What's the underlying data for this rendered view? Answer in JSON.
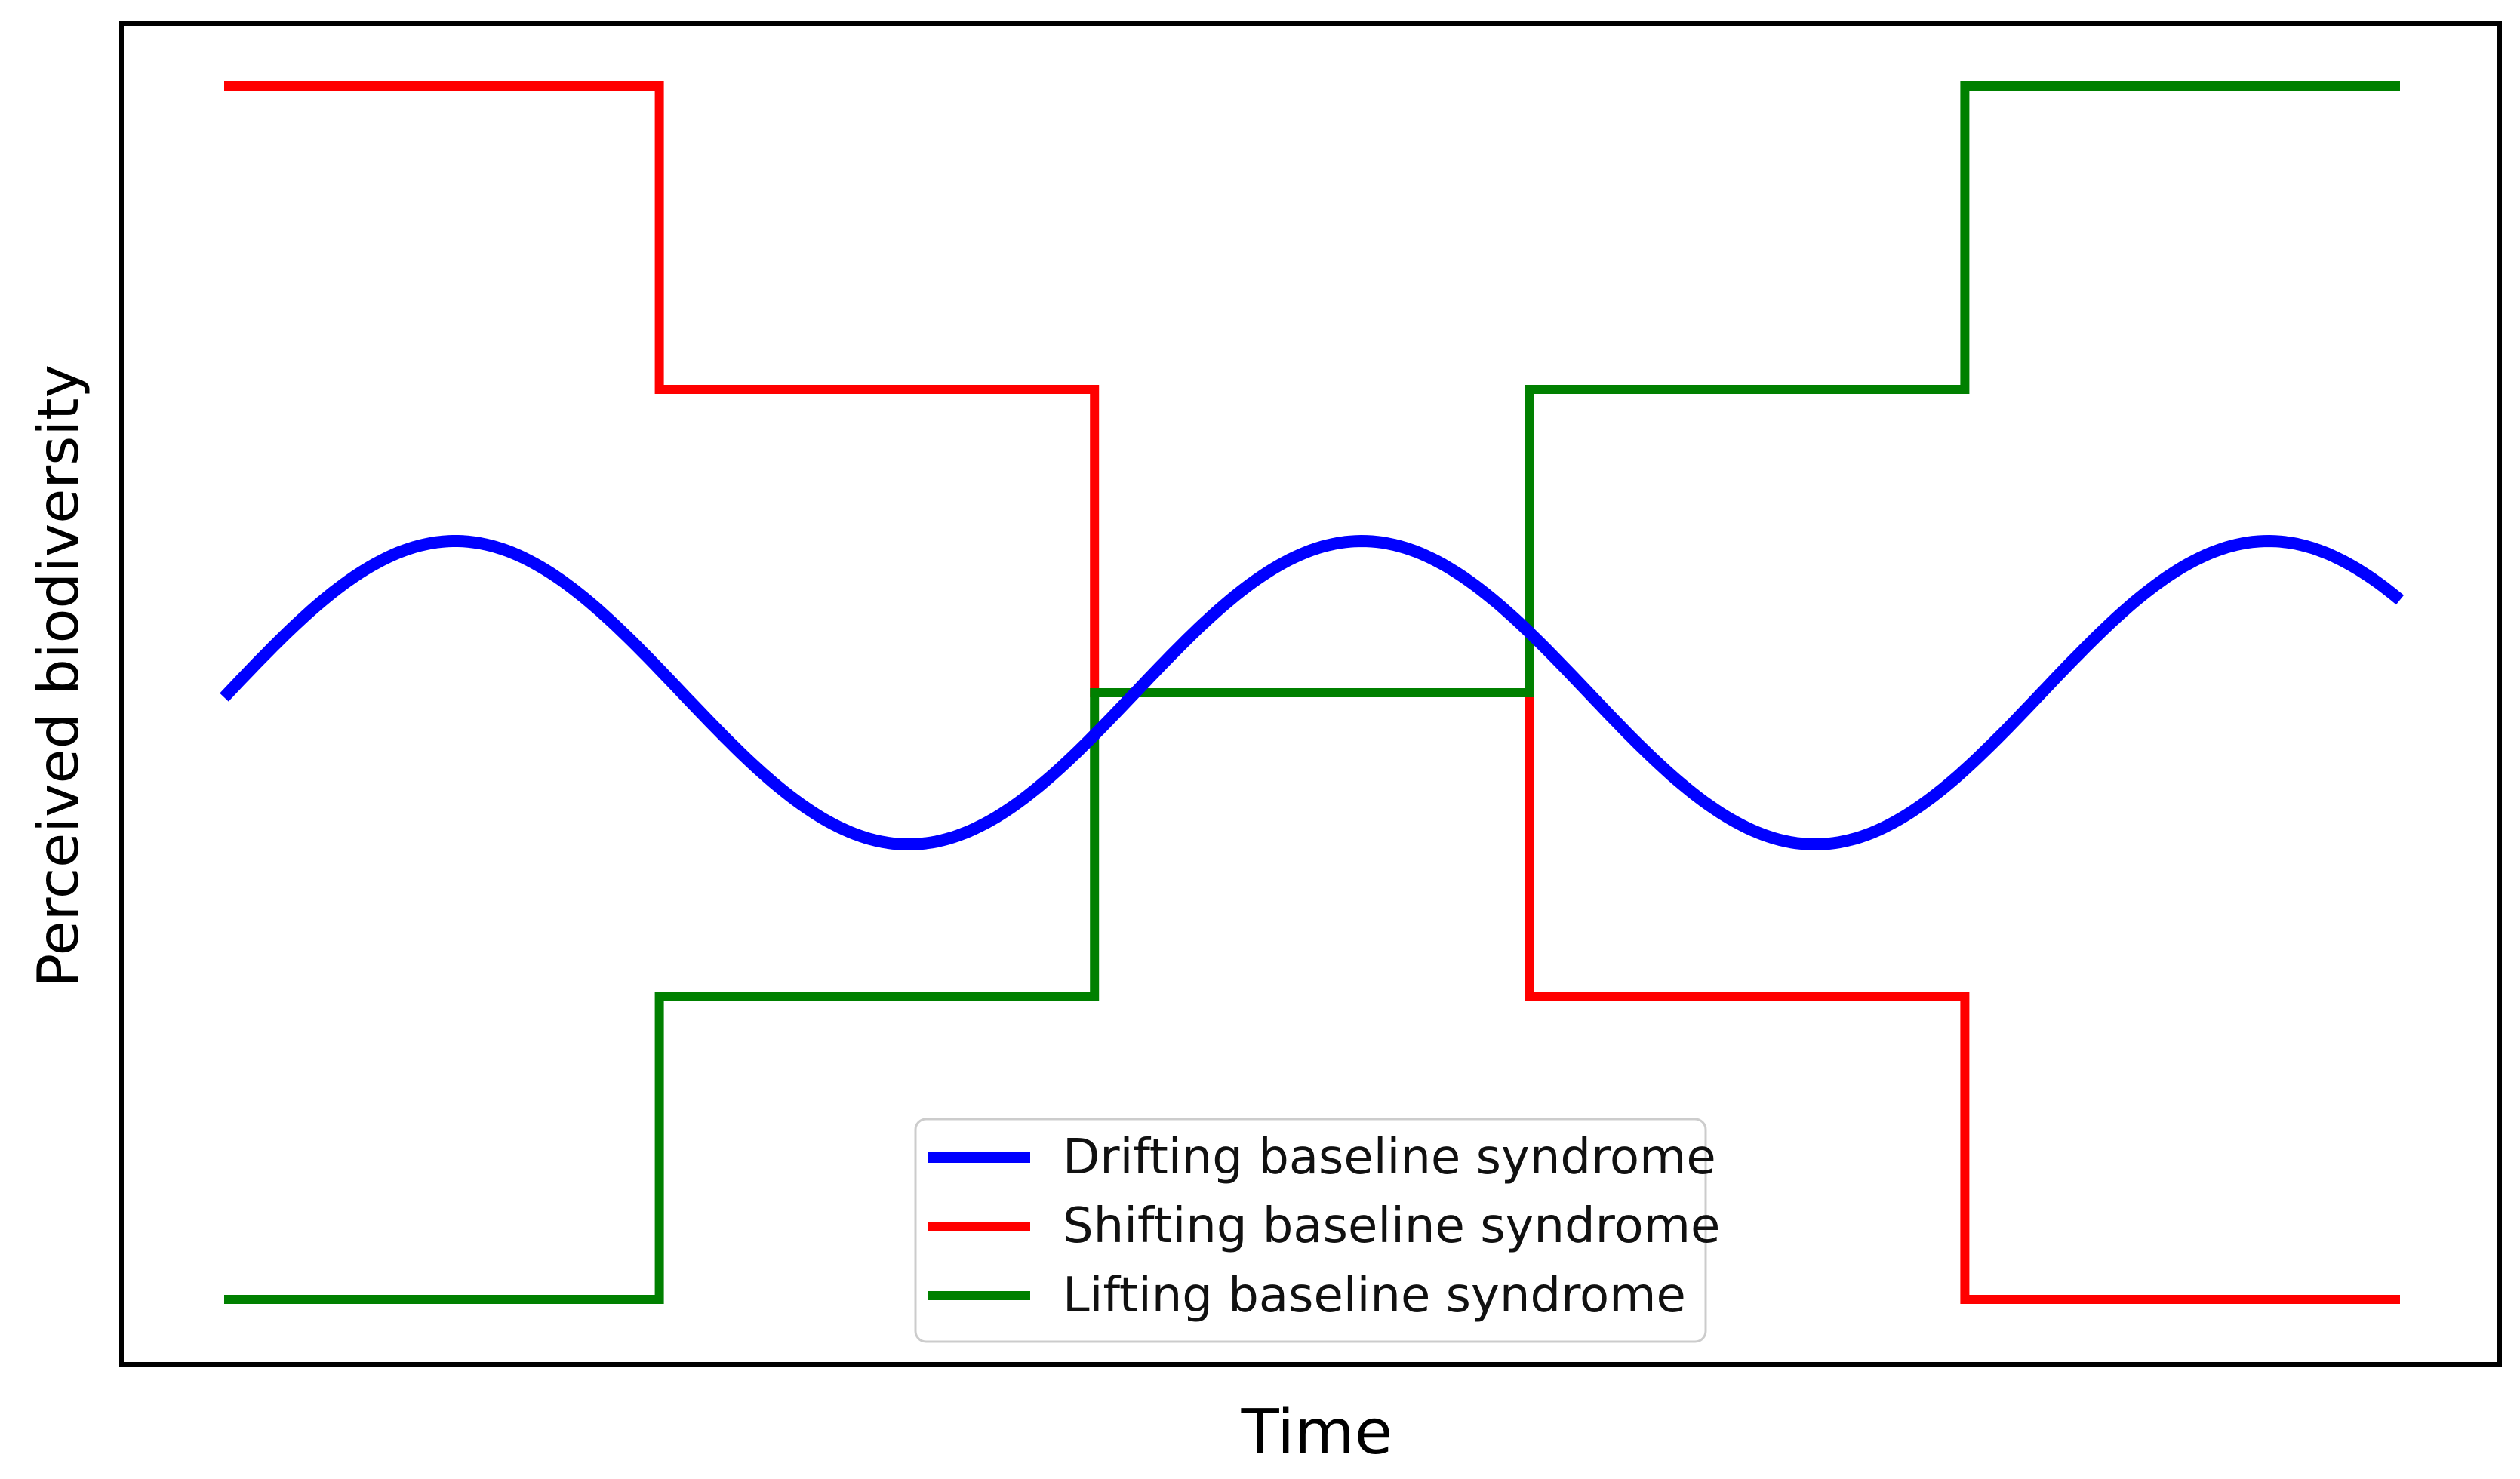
{
  "figure": {
    "background_color": "#ffffff",
    "border_color": "#000000"
  },
  "chart_data": {
    "type": "line",
    "title": "",
    "xlabel": "Time",
    "ylabel": "Perceived biodiversity",
    "x_axis": {
      "range": [
        0,
        10
      ],
      "tick_labels": "none",
      "grid": false
    },
    "y_axis": {
      "range_levels": [
        0.5,
        5.5
      ],
      "tick_labels": "none",
      "grid": false
    },
    "legend_position": "lower center",
    "series": [
      {
        "name": "Drifting baseline syndrome",
        "color": "#0000ff",
        "shape": "sine",
        "mean_level": 3.0,
        "amplitude_levels": 0.5,
        "period_time_units": 4.1667,
        "phase_zero_t": 0.02,
        "t_start": 0,
        "t_end": 10
      },
      {
        "name": "Shifting baseline syndrome",
        "color": "#ff0000",
        "shape": "step",
        "segment_bounds_t": [
          0,
          2,
          4,
          6,
          8,
          10
        ],
        "segment_levels": [
          5,
          4,
          3,
          2,
          1
        ]
      },
      {
        "name": "Lifting baseline syndrome",
        "color": "#008000",
        "shape": "step",
        "segment_bounds_t": [
          0,
          2,
          4,
          6,
          8,
          10
        ],
        "segment_levels": [
          1,
          2,
          3,
          4,
          5
        ]
      }
    ]
  }
}
